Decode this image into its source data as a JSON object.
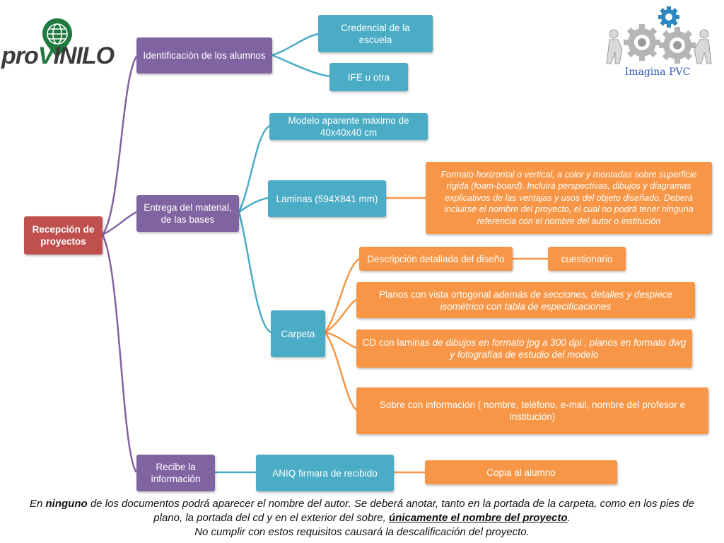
{
  "logos": {
    "provinilo_pro": "pro",
    "provinilo_rest": "INILO",
    "imagina_caption": "Imagina PVC"
  },
  "nodes": {
    "recepcion": "Recepción de proyectos",
    "identificacion": "Identificación de los alumnos",
    "credencial": "Credencial de la escuela",
    "ife": "IFE u otra",
    "entrega": "Entrega del material, de las bases",
    "modelo": "Modelo aparente máximo de 40x40x40 cm",
    "laminas": "Laminas (594X841 mm)",
    "formato": "Formato horizontal o vertical, a color y montadas sobre superficie rígida (foam-board). Incluirá perspectivas, dibujos y diagramas explicativos de las ventajas y usos del objeto diseñado.  Deberá incluirse el nombre del proyecto, el cual no podrá tener ninguna referencia con el nombre del autor o institución",
    "carpeta": "Carpeta",
    "descripcion": "Descripción detallada del diseño",
    "cuestionario": "cuestionario",
    "planos_a": "Planos con vista ortogonal ",
    "planos_b": "además de secciones, detalles y despiece isométrico con tabla de especificaciones",
    "cd_a": "CD con laminas ",
    "cd_b": "de dibujos en formato jpg a 300 dpi , planos en formato dwg y fotografías de estudio del modelo",
    "sobre": "Sobre con información ( nombre, teléfono, e-mail, nombre del profesor e institución)",
    "recibe": "Recibe la información",
    "aniq": "ANIQ firmara de recibido",
    "copia": "Copia al alumno"
  },
  "footer": {
    "p1": "En ",
    "p2": "ninguno",
    "p3": " de los documentos podrá aparecer el nombre del autor. Se deberá anotar, tanto en la portada de la carpeta, como en los pies de plano, la portada del cd y en el exterior del sobre, ",
    "p4": "únicamente el nombre del proyecto",
    "p5": ".",
    "line2": "No cumplir con estos requisitos causará la descalificación del proyecto."
  },
  "colors": {
    "red": "#c0504d",
    "purple": "#8064a2",
    "teal": "#4bacc6",
    "orange": "#f79646"
  }
}
